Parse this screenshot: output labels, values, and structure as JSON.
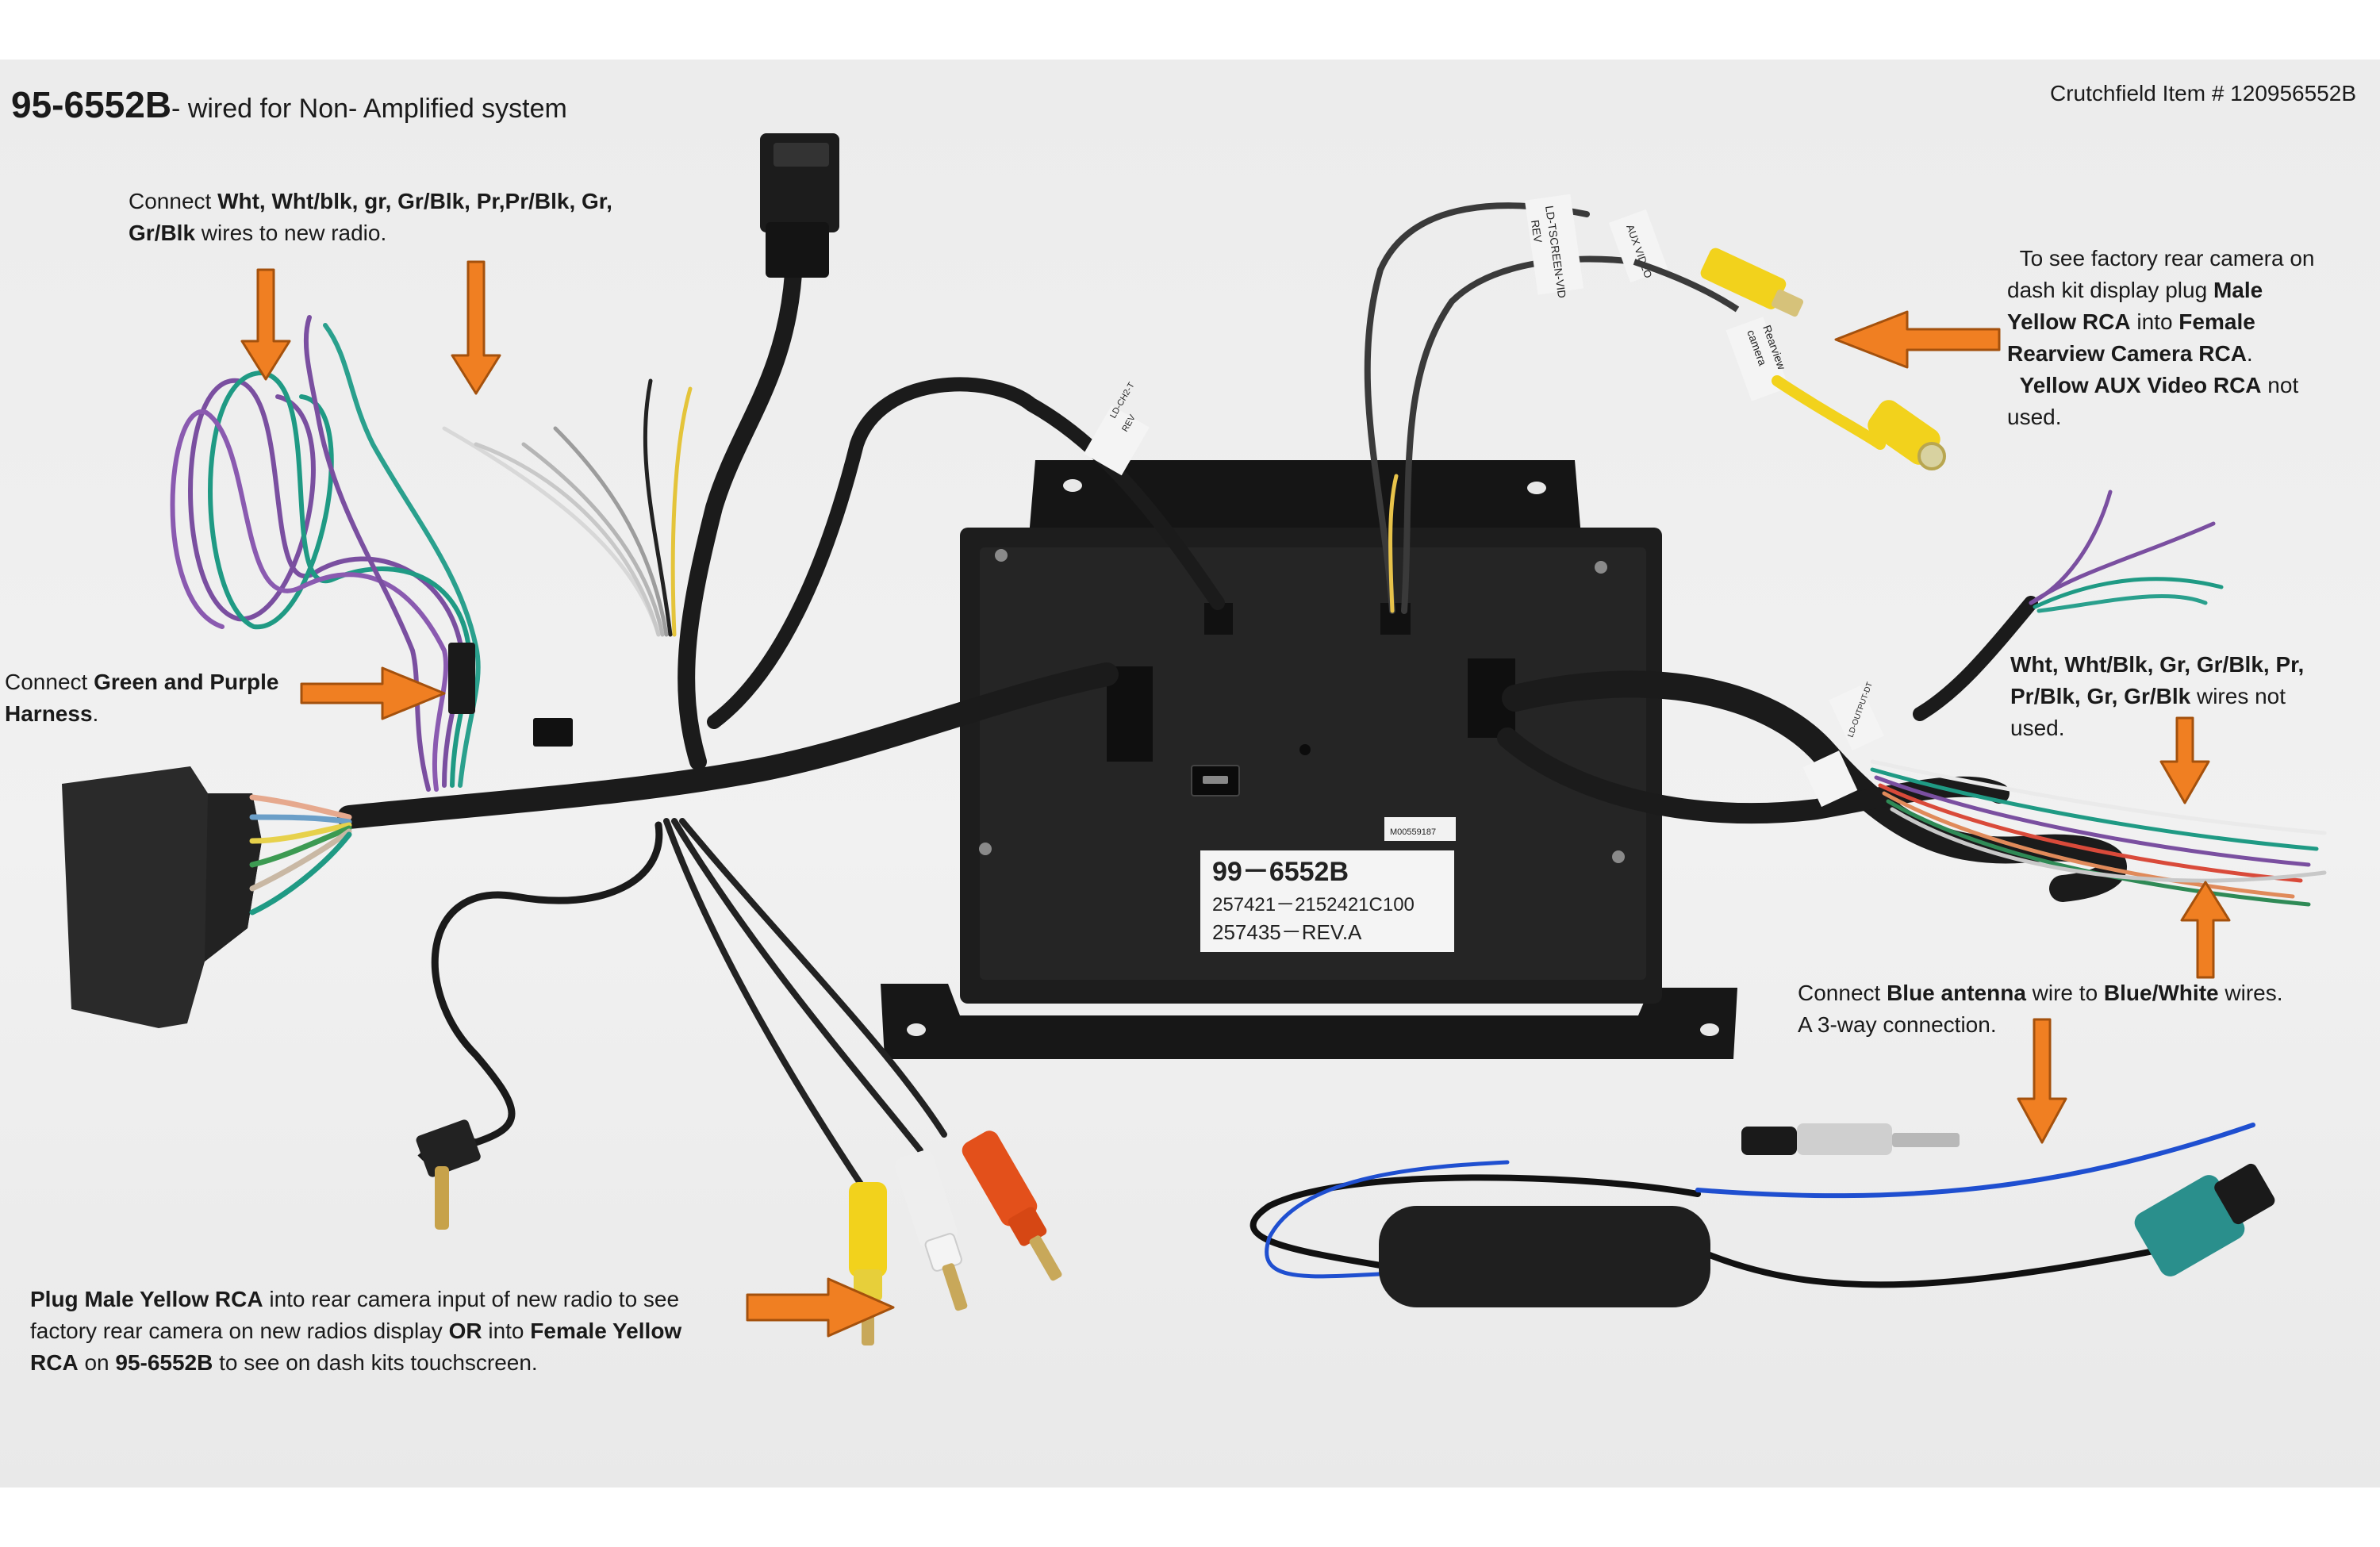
{
  "title": {
    "model": "95-6552B",
    "suffix": "- wired for Non- Amplified system"
  },
  "item_number": "Crutchfield Item # 120956552B",
  "annotations": {
    "connect_wires": {
      "p1": "Connect ",
      "b1": "Wht, Wht/blk, gr, Gr/Blk, Pr,Pr/Blk, Gr,",
      "b2": "Gr/Blk",
      "p2": " wires to new radio."
    },
    "green_purple": {
      "p1": "Connect ",
      "b1": "Green and Purple",
      "b2": "Harness",
      "p2": "."
    },
    "rear_camera": {
      "l1": "To see factory rear camera on",
      "l2a": "dash kit display plug ",
      "l2b": "Male",
      "l3a": "Yellow RCA",
      "l3b": " into ",
      "l3c": "Female",
      "l4a": "Rearview Camera RCA",
      "l4b": ".",
      "l5a": "Yellow AUX Video RCA",
      "l5b": " not",
      "l6": "used."
    },
    "not_used": {
      "b1": "Wht, Wht/Blk, Gr, Gr/Blk, Pr,",
      "b2": "Pr/Blk, Gr, Gr/Blk",
      "p1": " wires not",
      "p2": "used."
    },
    "antenna": {
      "p1": "Connect ",
      "b1": "Blue antenna",
      "p2": " wire to ",
      "b2": "Blue/White",
      "p3": " wires.",
      "l2": "A 3-way connection."
    },
    "yellow_rca": {
      "b1": "Plug Male Yellow RCA",
      "p1": " into rear camera input of new radio to see",
      "p2": "factory rear camera on new radios display ",
      "b2": "OR",
      "p3": " into ",
      "b3": "Female Yellow",
      "b4": "RCA",
      "p4": " on ",
      "b5": "95-6552B",
      "p5": " to see on dash kits touchscreen."
    }
  },
  "module_label": {
    "line1": "99－6552B",
    "line2": "257421－2152421C100",
    "line3": "257435－REV.A",
    "small_sticker": "M00559187"
  },
  "wire_tags": {
    "tag1_line1": "LD-TSCREEN-VID",
    "tag1_line2": "REV",
    "tag2": "AUX VIDEO",
    "tag3_line1": "Rearview",
    "tag3_line2": "camera",
    "tag4_line1": "LD-CH2-T",
    "tag4_line2": "REV",
    "tag5": "LD-OUTPUT-DT"
  },
  "colors": {
    "arrow": "#f07f22",
    "arrow_stroke": "#a4510d",
    "module": "#1d1d1d",
    "loom": "#1b1b1b",
    "wire_green": "#1f9a84",
    "wire_purple": "#7a4fa0",
    "rca_yellow": "#f2d21c",
    "rca_white": "#eeeeee",
    "rca_red": "#e3501b",
    "fakra_teal": "#2a8f8c",
    "antenna_blue": "#1f4fd0"
  }
}
